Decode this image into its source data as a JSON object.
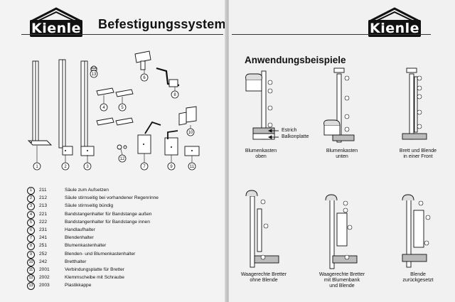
{
  "brand": {
    "logo_text": "Kienle"
  },
  "left_page": {
    "title": "Befestigungssystem für Balkone",
    "legend": [
      {
        "num": "1",
        "code": "211",
        "desc": "Säule zum Aufsetzen"
      },
      {
        "num": "2",
        "code": "212",
        "desc": "Säule stirnseitig bei vorhandener Regenrinne"
      },
      {
        "num": "3",
        "code": "213",
        "desc": "Säule stirnseitig bündig"
      },
      {
        "num": "4",
        "code": "221",
        "desc": "Bandstangenhalter für Bandstange außen"
      },
      {
        "num": "5",
        "code": "222",
        "desc": "Bandstangenhalter für Bandstange innen"
      },
      {
        "num": "6",
        "code": "231",
        "desc": "Handlaufhalter"
      },
      {
        "num": "7",
        "code": "241",
        "desc": "Blendenhalter"
      },
      {
        "num": "8",
        "code": "251",
        "desc": "Blumenkastenhalter"
      },
      {
        "num": "9",
        "code": "252",
        "desc": "Blenden- und Blumenkastenhalter"
      },
      {
        "num": "10",
        "code": "242",
        "desc": "Bretthalter"
      },
      {
        "num": "11",
        "code": "2001",
        "desc": "Verbindungsplatte für Bretter"
      },
      {
        "num": "12",
        "code": "2002",
        "desc": "Klemmscheibe mit Schraube"
      },
      {
        "num": "13",
        "code": "2003",
        "desc": "Plastikkappe"
      }
    ],
    "part_numbers": [
      "1",
      "2",
      "3",
      "4",
      "5",
      "6",
      "7",
      "8",
      "9",
      "10",
      "11",
      "12",
      "13"
    ]
  },
  "right_page": {
    "title": "Anwendungsbeispiele",
    "annotations": {
      "estrich": "Estrich",
      "balkonplatte": "Balkonplatte"
    },
    "examples": [
      {
        "caption_l1": "Blumenkasten",
        "caption_l2": "oben"
      },
      {
        "caption_l1": "Blumenkasten",
        "caption_l2": "unten"
      },
      {
        "caption_l1": "Brett und Blende",
        "caption_l2": "in einer Front"
      },
      {
        "caption_l1": "Waagerechte Bretter",
        "caption_l2": "ohne Blende"
      },
      {
        "caption_l1": "Waagerechte Bretter",
        "caption_l2": "mit Blumenbank",
        "caption_l3": "und Blende"
      },
      {
        "caption_l1": "Blende",
        "caption_l2": "zurückgesetzt"
      }
    ]
  }
}
